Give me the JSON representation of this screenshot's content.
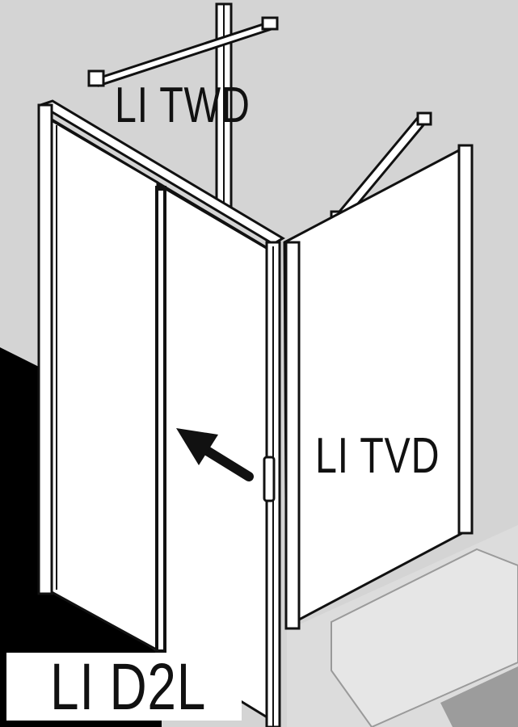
{
  "labels": {
    "back_panel": "LI TWD",
    "side_panel": "LI TVD",
    "door": "LI D2L"
  },
  "colors": {
    "wall": "#d4d4d4",
    "floor": "#dcdcdc",
    "tray": "#bcbcbc",
    "line": "#111111",
    "dark_floor": "#000000",
    "glass": "#ffffff"
  }
}
